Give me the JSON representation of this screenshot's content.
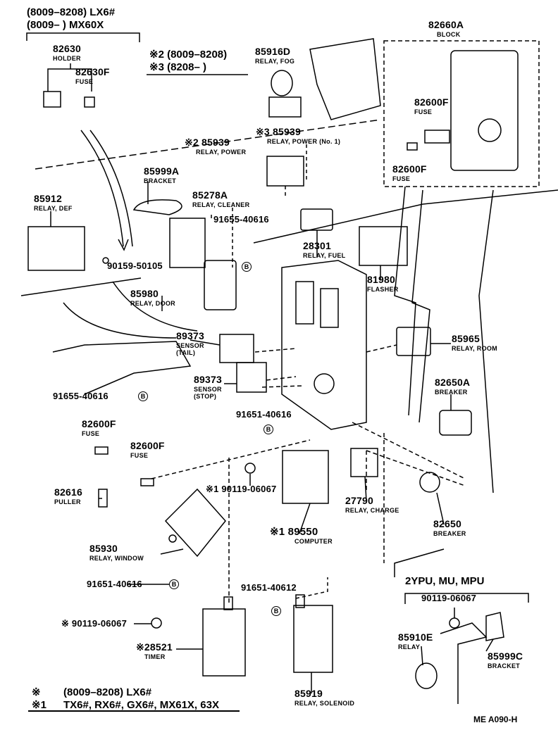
{
  "header": {
    "line1": "(8009–8208) LX6#",
    "line2": "(8009–          ) MX60X"
  },
  "variant_note": {
    "line1": "※2 (8009–8208)",
    "line2": "※3 (8208–          )"
  },
  "group_label": "2YPU, MU, MPU",
  "footer": {
    "line1_mark": "※",
    "line1": "(8009–8208) LX6#",
    "line2_mark": "※1",
    "line2": "TX6#, RX6#, GX6#, MX61X, 63X"
  },
  "drawing_code": "ME A090-H",
  "bolt_marker": "B",
  "parts": {
    "p82630": {
      "no": "82630",
      "name": "HOLDER"
    },
    "p82630F": {
      "no": "82630F",
      "name": "FUSE"
    },
    "p85916D": {
      "no": "85916D",
      "name": "RELAY, FOG"
    },
    "p82660A": {
      "no": "82660A",
      "name": "BLOCK"
    },
    "p82600F_a": {
      "no": "82600F",
      "name": "FUSE"
    },
    "p82600F_b": {
      "no": "82600F",
      "name": "FUSE"
    },
    "p85939_3": {
      "no": "※3 85939",
      "name": "RELAY, POWER (No. 1)"
    },
    "p85939_2": {
      "no": "※2 85939",
      "name": "RELAY, POWER"
    },
    "p85999A": {
      "no": "85999A",
      "name": "BRACKET"
    },
    "p85912": {
      "no": "85912",
      "name": "RELAY, DEF"
    },
    "p85278A": {
      "no": "85278A",
      "name": "RELAY, CLEANER"
    },
    "p91655_a": {
      "no": "91655-40616"
    },
    "p28301": {
      "no": "28301",
      "name": "RELAY, FUEL"
    },
    "p90159": {
      "no": "90159-50105"
    },
    "p81980": {
      "no": "81980",
      "name": "FLASHER"
    },
    "p85980": {
      "no": "85980",
      "name": "RELAY, DOOR"
    },
    "p89373_t": {
      "no": "89373",
      "name": "SENSOR",
      "sub": "(TAIL)"
    },
    "p85965": {
      "no": "85965",
      "name": "RELAY, ROOM"
    },
    "p89373_s": {
      "no": "89373",
      "name": "SENSOR",
      "sub": "(STOP)"
    },
    "p91655_b": {
      "no": "91655-40616"
    },
    "p82650A": {
      "no": "82650A",
      "name": "BREAKER"
    },
    "p91651_a": {
      "no": "91651-40616"
    },
    "p82600F_c": {
      "no": "82600F",
      "name": "FUSE"
    },
    "p82600F_d": {
      "no": "82600F",
      "name": "FUSE"
    },
    "p90119_a": {
      "no": "※1 90119-06067"
    },
    "p82616": {
      "no": "82616",
      "name": "PULLER"
    },
    "p27790": {
      "no": "27790",
      "name": "RELAY, CHARGE"
    },
    "p82650": {
      "no": "82650",
      "name": "BREAKER"
    },
    "p89550": {
      "no": "※1 89550",
      "name": "COMPUTER"
    },
    "p85930": {
      "no": "85930",
      "name": "RELAY, WINDOW"
    },
    "p91651_b": {
      "no": "91651-40616"
    },
    "p91651_c": {
      "no": "91651-40612"
    },
    "p90119_b": {
      "no": "90119-06067"
    },
    "p90119_c": {
      "no": "※ 90119-06067"
    },
    "p85910E": {
      "no": "85910E",
      "name": "RELAY"
    },
    "p28521": {
      "no": "※28521",
      "name": "TIMER"
    },
    "p85999C": {
      "no": "85999C",
      "name": "BRACKET"
    },
    "p85919": {
      "no": "85919",
      "name": "RELAY, SOLENOID"
    }
  }
}
